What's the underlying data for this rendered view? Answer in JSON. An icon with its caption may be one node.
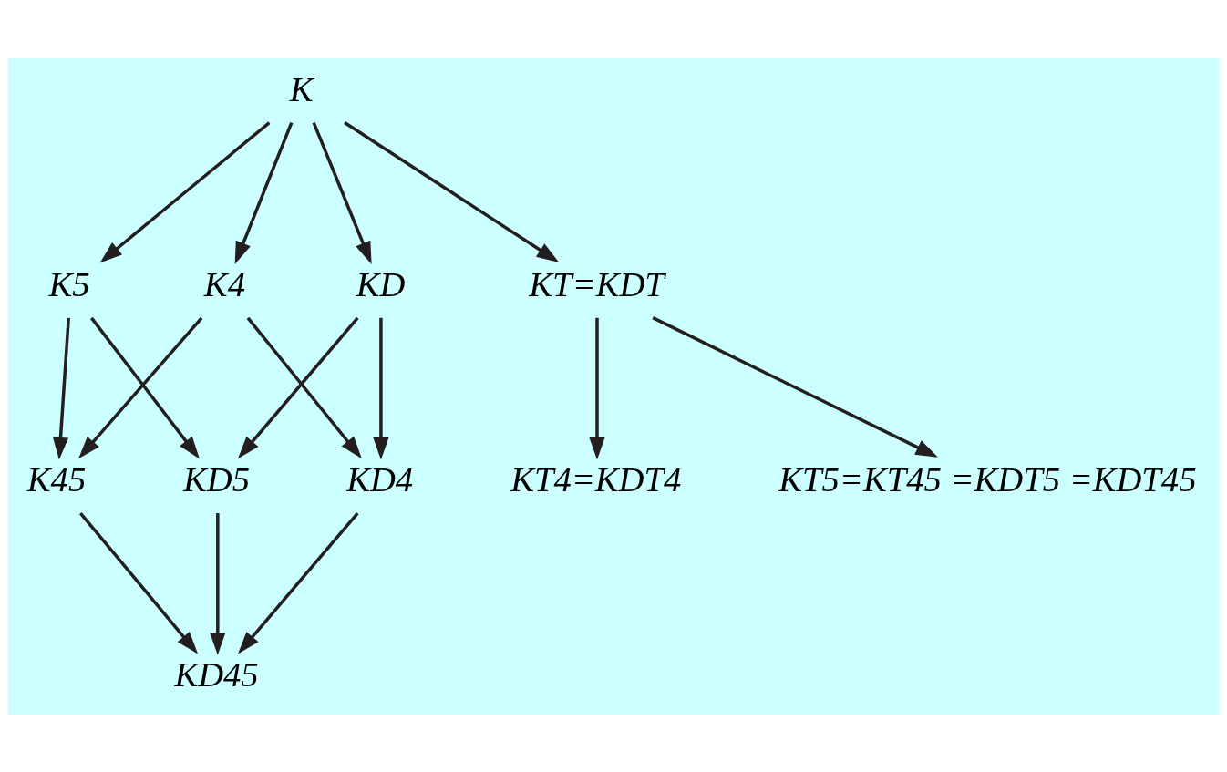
{
  "diagram": {
    "nodes": [
      {
        "text": [
          "K"
        ]
      },
      {
        "text": [
          "K4"
        ]
      },
      {
        "text": [
          "K5"
        ]
      },
      {
        "text": [
          "KD"
        ]
      },
      {
        "text": [
          "KT=KDT"
        ]
      },
      {
        "text": [
          "K45"
        ]
      },
      {
        "text": [
          "KD5"
        ]
      },
      {
        "text": [
          "KD4"
        ]
      },
      {
        "text": [
          "KT5=KT45 =KDT5 =KDT45"
        ]
      },
      {
        "text": [
          "KT4=KDT4"
        ]
      },
      {
        "text": [
          "KD45"
        ]
      }
    ],
    "edges": [
      {
        "from": 0,
        "to": 1,
        "arrow": "to"
      },
      {
        "from": 0,
        "to": 2,
        "arrow": "to"
      },
      {
        "from": 0,
        "to": 3,
        "arrow": "to"
      },
      {
        "from": 0,
        "to": 4,
        "arrow": "to"
      },
      {
        "from": 1,
        "to": 5,
        "arrow": "to"
      },
      {
        "from": 1,
        "to": 7,
        "arrow": "to"
      },
      {
        "from": 2,
        "to": 5,
        "arrow": "to"
      },
      {
        "from": 2,
        "to": 6,
        "arrow": "to"
      },
      {
        "from": 3,
        "to": 6,
        "arrow": "to"
      },
      {
        "from": 3,
        "to": 7,
        "arrow": "to"
      },
      {
        "from": 4,
        "to": 8,
        "arrow": "to"
      },
      {
        "from": 4,
        "to": 9,
        "arrow": "to"
      },
      {
        "from": 5,
        "to": 10,
        "arrow": "to"
      },
      {
        "from": 6,
        "to": 10,
        "arrow": "to"
      },
      {
        "from": 7,
        "to": 10,
        "arrow": "to"
      }
    ]
  }
}
